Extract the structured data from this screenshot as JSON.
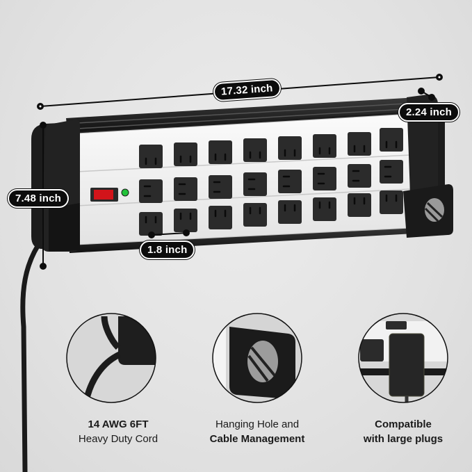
{
  "dimensions": {
    "length": "17.32 inch",
    "depth": "2.24 inch",
    "height": "7.48 inch",
    "outlet_spacing": "1.8 inch"
  },
  "product": {
    "outlet_rows": 3,
    "outlets_per_row": 8,
    "switch_color": "#d2141a",
    "indicator_color": "#22c23a"
  },
  "features": [
    {
      "line1": "14 AWG 6FT",
      "line1_bold": true,
      "line2": "Heavy Duty Cord",
      "line2_bold": false
    },
    {
      "line1": "Hanging Hole and",
      "line1_bold": false,
      "line2": "Cable Management",
      "line2_bold": true
    },
    {
      "line1": "Compatible",
      "line1_bold": true,
      "line2": "with large plugs",
      "line2_bold": true
    }
  ]
}
